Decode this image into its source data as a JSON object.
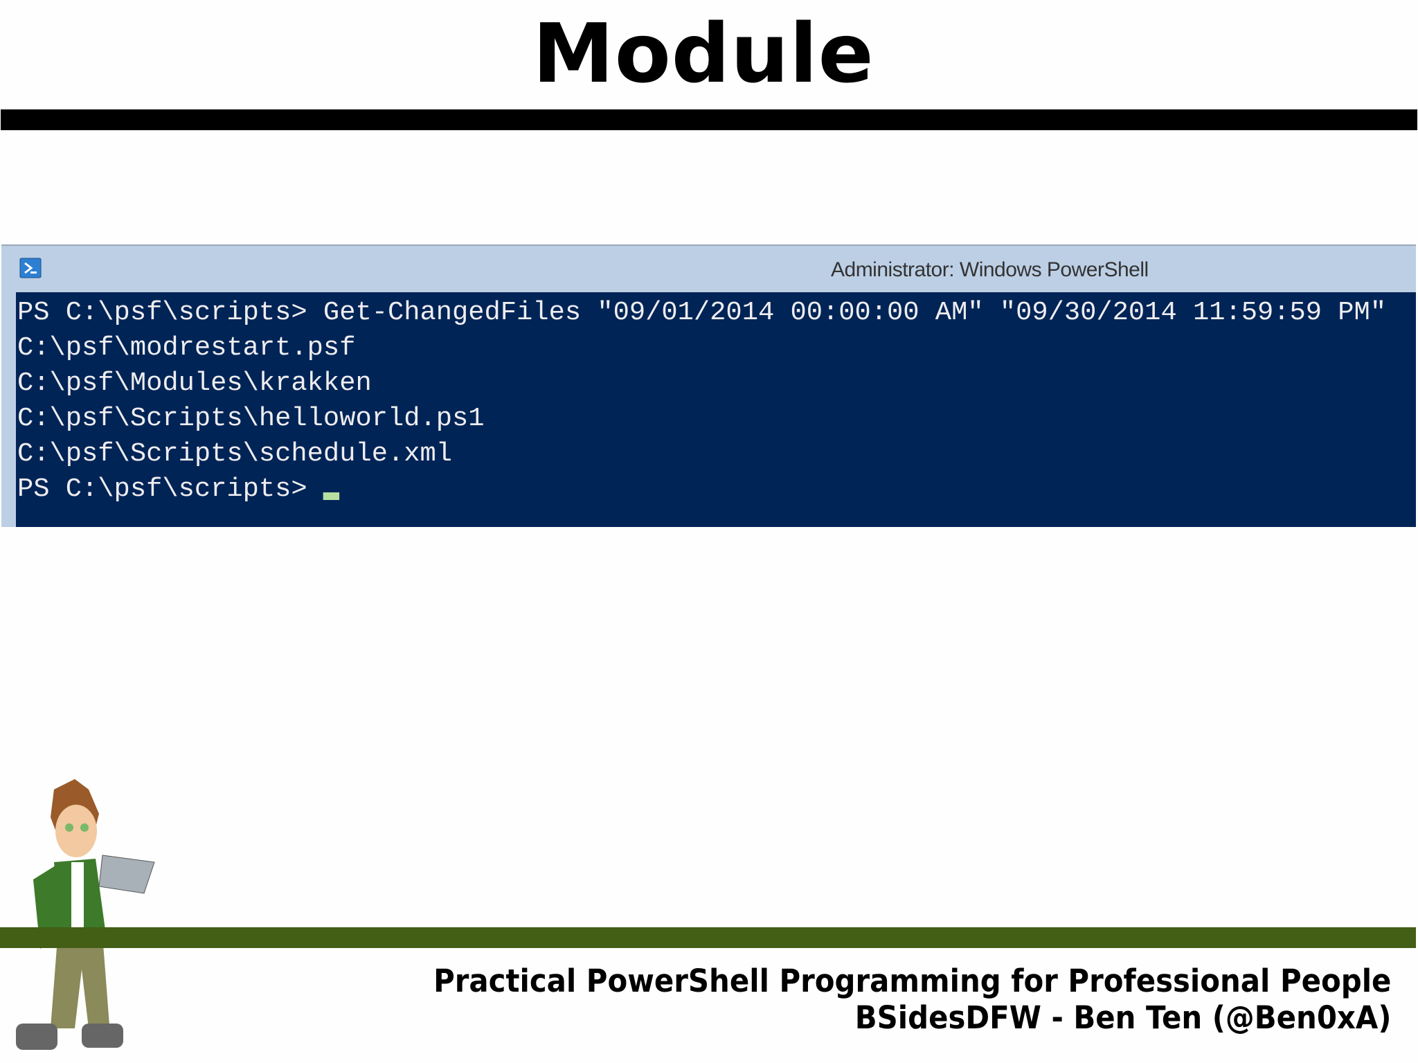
{
  "slide": {
    "title": "Module"
  },
  "window": {
    "title": "Administrator: Windows PowerShell",
    "icon": "powershell-icon",
    "lines": [
      "PS C:\\psf\\scripts> Get-ChangedFiles \"09/01/2014 00:00:00 AM\" \"09/30/2014 11:59:59 PM\"",
      "C:\\psf\\modrestart.psf",
      "C:\\psf\\Modules\\krakken",
      "C:\\psf\\Scripts\\helloworld.ps1",
      "C:\\psf\\Scripts\\schedule.xml"
    ],
    "prompt": "PS C:\\psf\\scripts>",
    "colors": {
      "console_bg": "#012456",
      "titlebar_bg": "#bccfe5",
      "cursor": "#b6e0a0"
    }
  },
  "footer": {
    "line1": "Practical PowerShell Programming for Professional People",
    "line2": "BSidesDFW - Ben Ten (@Ben0xA)"
  },
  "colors": {
    "accent_bar": "#435e15",
    "top_bar": "#000000"
  }
}
